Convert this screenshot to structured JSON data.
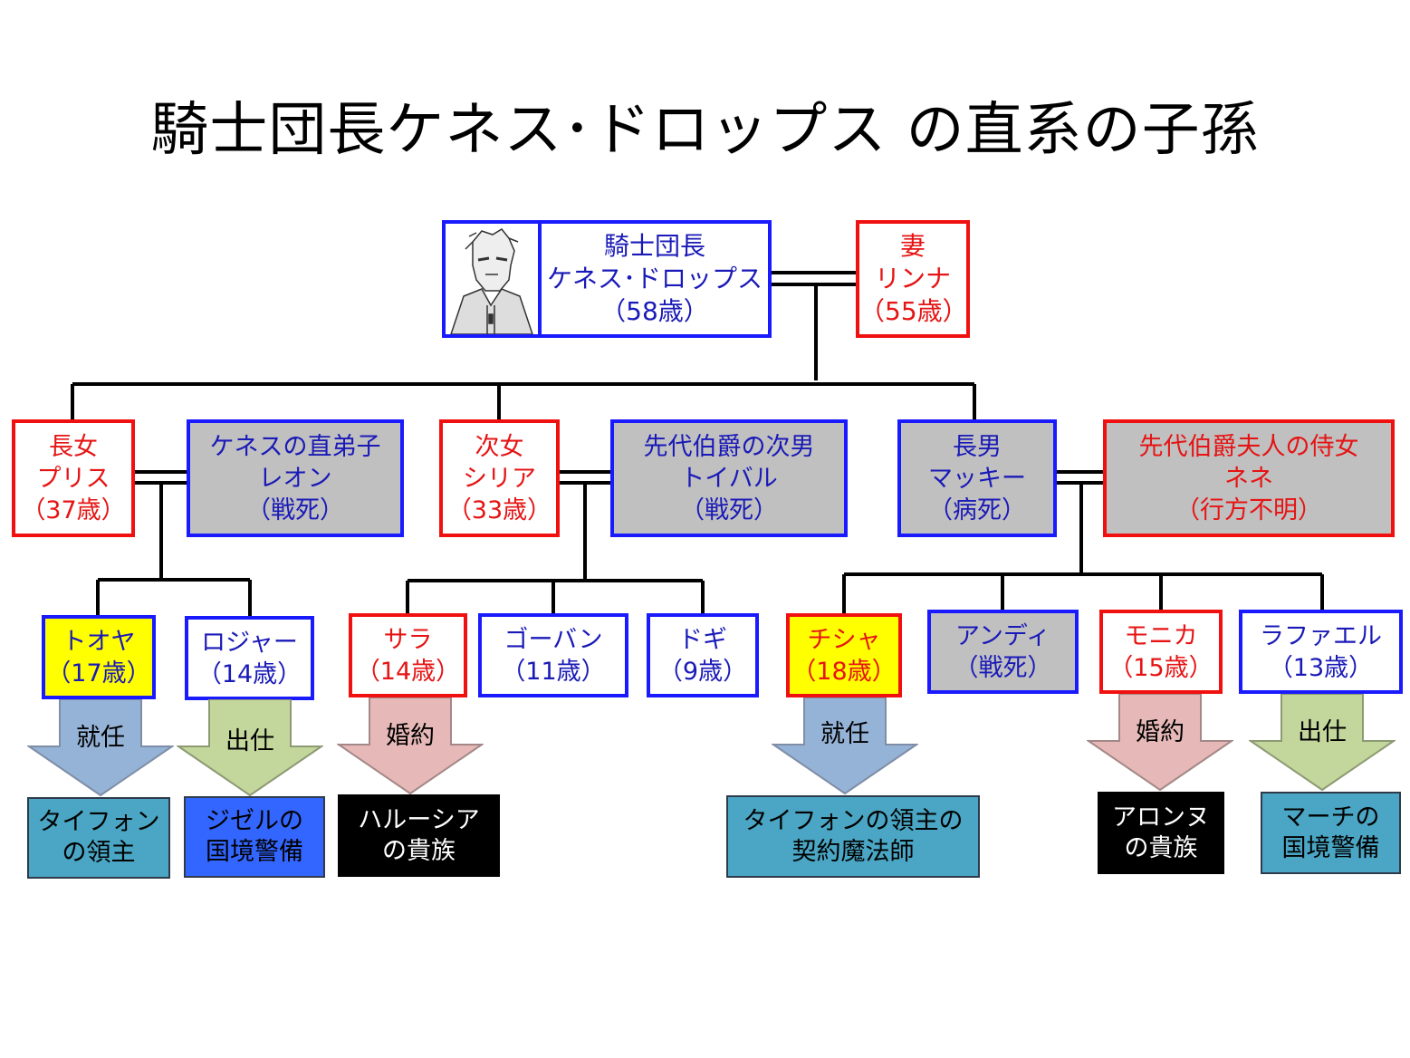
{
  "title": "騎士団長ケネス･ドロップス の直系の子孫",
  "head": {
    "husband": [
      "騎士団長",
      "ケネス･ドロップス",
      "（58歳）"
    ],
    "wife": [
      "妻",
      "リンナ",
      "（55歳）"
    ]
  },
  "gen2": {
    "daughter1": [
      "長女",
      "プリス",
      "（37歳）"
    ],
    "spouse1": [
      "ケネスの直弟子",
      "レオン",
      "（戦死）"
    ],
    "daughter2": [
      "次女",
      "シリア",
      "（33歳）"
    ],
    "spouse2": [
      "先代伯爵の次男",
      "トイバル",
      "（戦死）"
    ],
    "son1": [
      "長男",
      "マッキー",
      "（病死）"
    ],
    "spouse3": [
      "先代伯爵夫人の侍女",
      "ネネ",
      "（行方不明）"
    ]
  },
  "gen3": {
    "toya": [
      "トオヤ",
      "（17歳）"
    ],
    "roger": [
      "ロジャー",
      "（14歳）"
    ],
    "sara": [
      "サラ",
      "（14歳）"
    ],
    "goban": [
      "ゴーバン",
      "（11歳）"
    ],
    "dogi": [
      "ドギ",
      "（9歳）"
    ],
    "chisha": [
      "チシャ",
      "（18歳）"
    ],
    "andy": [
      "アンディ",
      "（戦死）"
    ],
    "monica": [
      "モニカ",
      "（15歳）"
    ],
    "raphael": [
      "ラファエル",
      "（13歳）"
    ]
  },
  "arrows": {
    "toya": "就任",
    "roger": "出仕",
    "sara": "婚約",
    "chisha": "就任",
    "monica": "婚約",
    "raphael": "出仕"
  },
  "outcomes": {
    "toya": [
      "タイフォン",
      "の領主"
    ],
    "roger": [
      "ジゼルの",
      "国境警備"
    ],
    "sara": [
      "ハルーシア",
      "の貴族"
    ],
    "chisha": [
      "タイフォンの領主の",
      "契約魔法師"
    ],
    "monica": [
      "アロンヌ",
      "の貴族"
    ],
    "raphael": [
      "マーチの",
      "国境警備"
    ]
  },
  "colors": {
    "blue_border": "#1a1aff",
    "red_border": "#f01010",
    "gray_fill": "#c0c0c0",
    "yellow_fill": "#ffff00",
    "arrow_blue": "#95b3d7",
    "arrow_green": "#c3d69b",
    "arrow_pink": "#e6b9b8",
    "teal": "#4aa6c4",
    "bright_blue": "#3366ff"
  }
}
